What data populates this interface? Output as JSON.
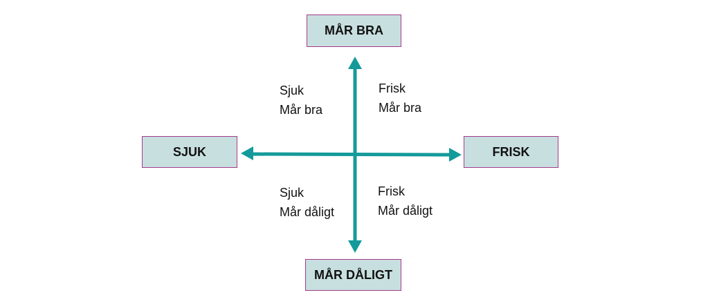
{
  "boxes": {
    "top": "MÅR BRA",
    "left": "SJUK",
    "right": "FRISK",
    "bottom": "MÅR DÅLIGT"
  },
  "quadrants": {
    "top_left": [
      "Sjuk",
      "Mår bra"
    ],
    "top_right": [
      "Frisk",
      "Mår bra"
    ],
    "bottom_left": [
      "Sjuk",
      "Mår dåligt"
    ],
    "bottom_right": [
      "Frisk",
      "Mår dåligt"
    ]
  },
  "colors": {
    "arrow": "#149a9a",
    "box_fill": "#c8dfdf",
    "box_border": "#a33a8a"
  }
}
